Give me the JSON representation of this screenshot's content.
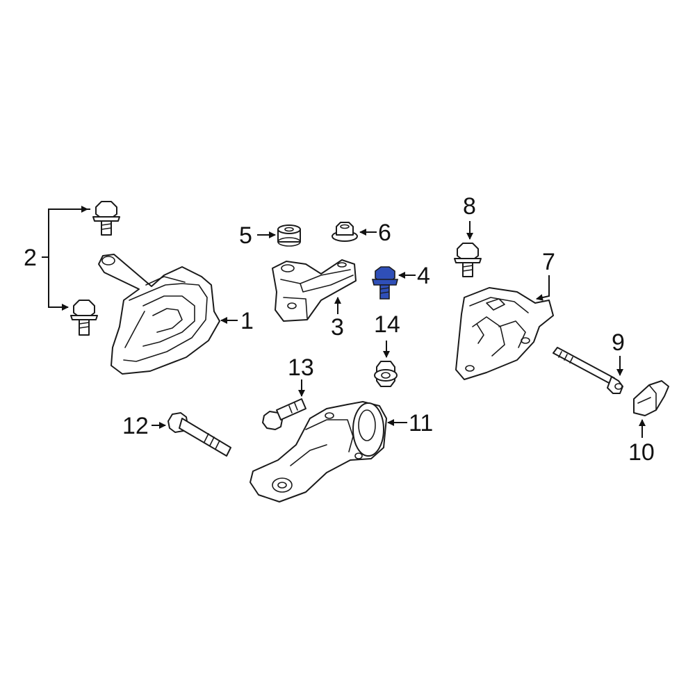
{
  "callouts": {
    "c1": "1",
    "c2": "2",
    "c3": "3",
    "c4": "4",
    "c5": "5",
    "c6": "6",
    "c7": "7",
    "c8": "8",
    "c9": "9",
    "c10": "10",
    "c11": "11",
    "c12": "12",
    "c13": "13",
    "c14": "14"
  },
  "colors": {
    "line": "#1a1a1a",
    "highlight": "#2f4fb8",
    "background": "#ffffff"
  },
  "highlighted_part": "4"
}
